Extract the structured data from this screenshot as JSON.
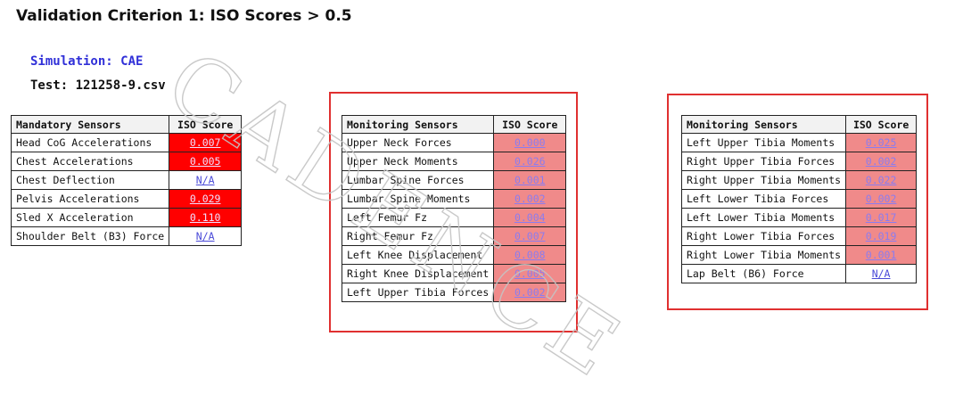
{
  "page_title": "Validation Criterion 1: ISO Scores > 0.5",
  "simulation_label": "Simulation: CAE",
  "test_label": "Test: 121258-9.csv",
  "watermark_text": "CADENCE",
  "colors": {
    "fail": "#ff0000",
    "warn": "#f08a8a",
    "highlight_border": "#e03030",
    "link": "#4a4ad8"
  },
  "tables": [
    {
      "header": [
        "Mandatory Sensors",
        "ISO Score"
      ],
      "rows": [
        {
          "sensor": "Head CoG Accelerations",
          "score": "0.007",
          "status": "fail"
        },
        {
          "sensor": "Chest Accelerations",
          "score": "0.005",
          "status": "fail"
        },
        {
          "sensor": "Chest Deflection",
          "score": "N/A",
          "status": "na"
        },
        {
          "sensor": "Pelvis Accelerations",
          "score": "0.029",
          "status": "fail"
        },
        {
          "sensor": "Sled X Acceleration",
          "score": "0.110",
          "status": "fail"
        },
        {
          "sensor": "Shoulder Belt (B3) Force",
          "score": "N/A",
          "status": "na"
        }
      ]
    },
    {
      "header": [
        "Monitoring Sensors",
        "ISO Score"
      ],
      "rows": [
        {
          "sensor": "Upper Neck Forces",
          "score": "0.000",
          "status": "warn"
        },
        {
          "sensor": "Upper Neck Moments",
          "score": "0.026",
          "status": "warn"
        },
        {
          "sensor": "Lumbar Spine Forces",
          "score": "0.001",
          "status": "warn"
        },
        {
          "sensor": "Lumbar Spine Moments",
          "score": "0.002",
          "status": "warn"
        },
        {
          "sensor": "Left Femur Fz",
          "score": "0.004",
          "status": "warn"
        },
        {
          "sensor": "Right Femur Fz",
          "score": "0.007",
          "status": "warn"
        },
        {
          "sensor": "Left Knee Displacement",
          "score": "0.008",
          "status": "warn"
        },
        {
          "sensor": "Right Knee Displacement",
          "score": "0.005",
          "status": "warn"
        },
        {
          "sensor": "Left Upper Tibia Forces",
          "score": "0.002",
          "status": "warn"
        }
      ]
    },
    {
      "header": [
        "Monitoring Sensors",
        "ISO Score"
      ],
      "rows": [
        {
          "sensor": "Left Upper Tibia Moments",
          "score": "0.025",
          "status": "warn"
        },
        {
          "sensor": "Right Upper Tibia Forces",
          "score": "0.002",
          "status": "warn"
        },
        {
          "sensor": "Right Upper Tibia Moments",
          "score": "0.022",
          "status": "warn"
        },
        {
          "sensor": "Left Lower Tibia Forces",
          "score": "0.002",
          "status": "warn"
        },
        {
          "sensor": "Left Lower Tibia Moments",
          "score": "0.017",
          "status": "warn"
        },
        {
          "sensor": "Right Lower Tibia Forces",
          "score": "0.019",
          "status": "warn"
        },
        {
          "sensor": "Right Lower Tibia Moments",
          "score": "0.001",
          "status": "warn"
        },
        {
          "sensor": "Lap Belt (B6) Force",
          "score": "N/A",
          "status": "na"
        }
      ]
    }
  ]
}
